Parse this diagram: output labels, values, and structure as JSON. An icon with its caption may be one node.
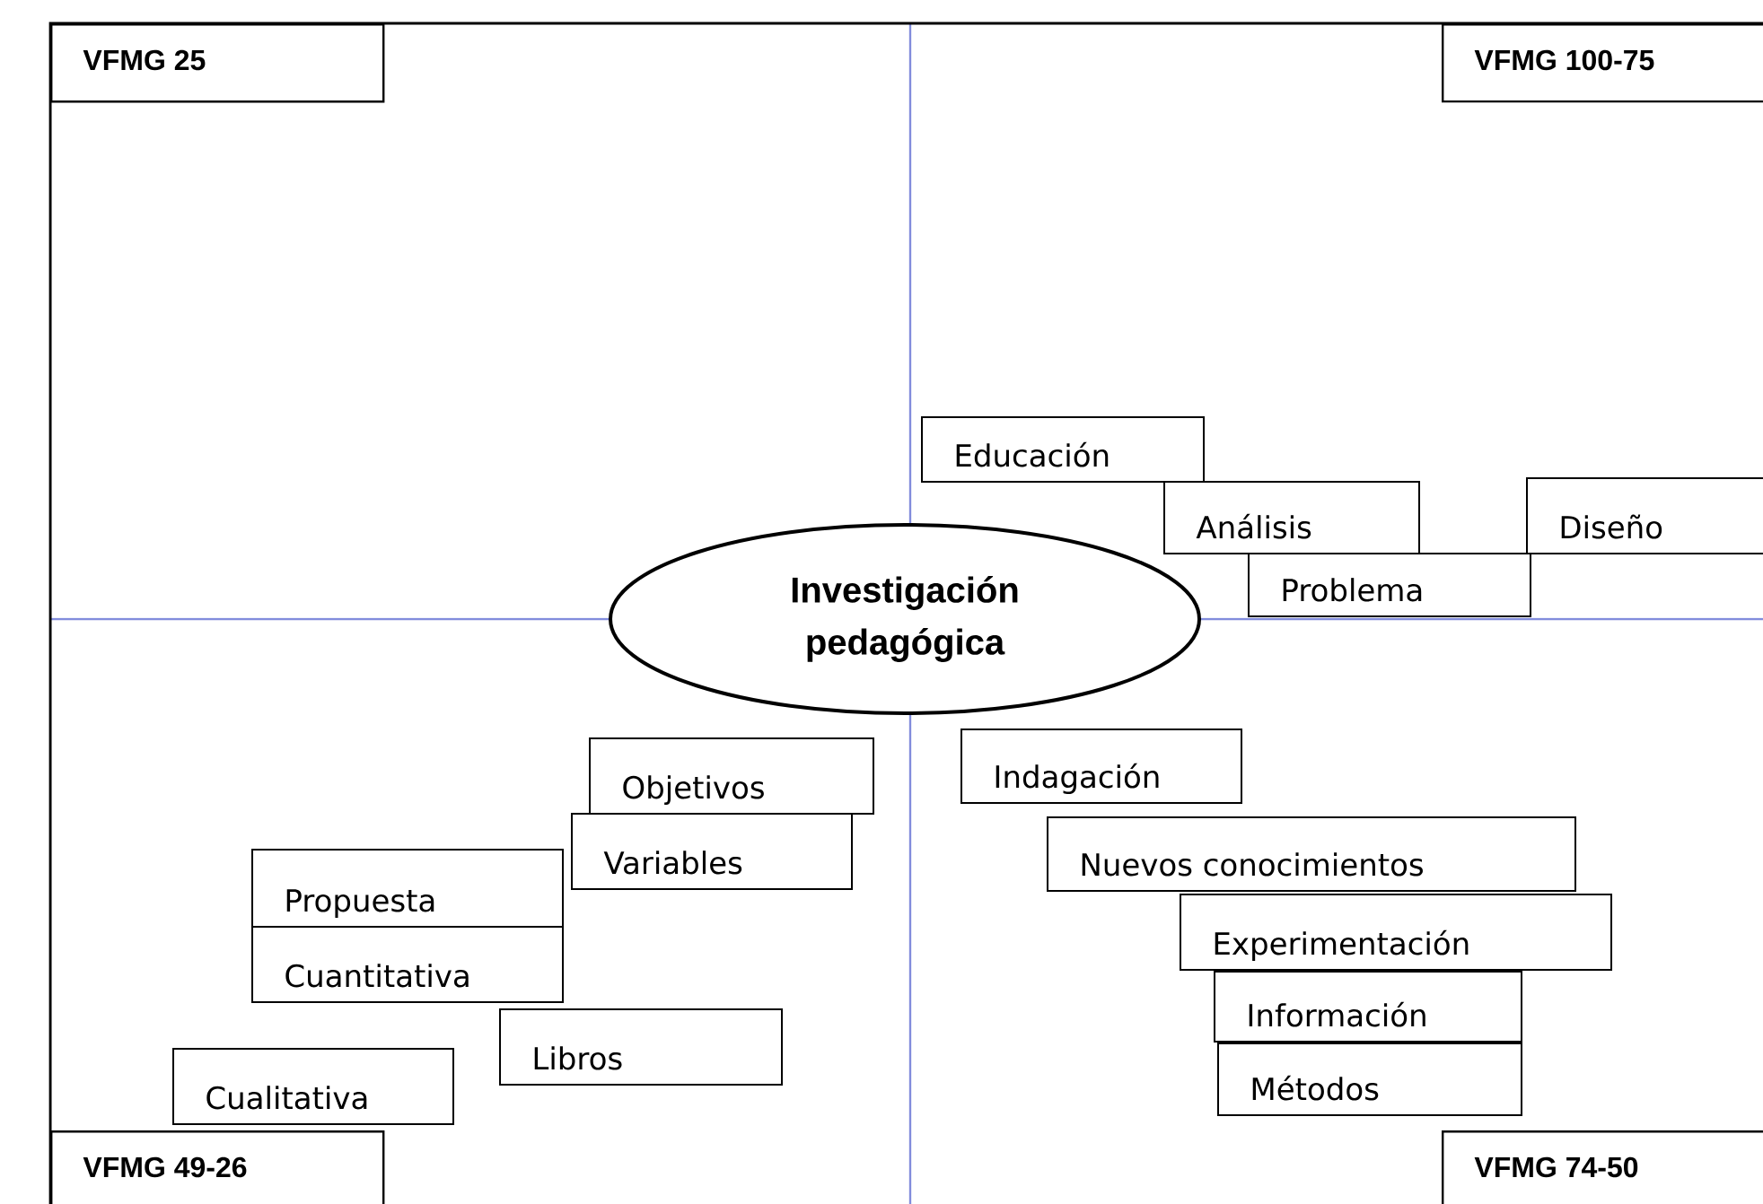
{
  "diagram": {
    "nodes": [
      {
        "text": [
          "VFMG 25"
        ]
      },
      {
        "text": [
          "VFMG 100-75"
        ]
      },
      {
        "text": [
          "Educación"
        ]
      },
      {
        "text": [
          "Análisis"
        ]
      },
      {
        "text": [
          "Diseño"
        ]
      },
      {
        "text": [
          "Problema"
        ]
      },
      {
        "text": [
          "Investigación pedagógica"
        ]
      },
      {
        "text": [
          "Indagación"
        ]
      },
      {
        "text": [
          "Objetivos"
        ]
      },
      {
        "text": [
          "Nuevos conocimientos"
        ]
      },
      {
        "text": [
          "Variables"
        ]
      },
      {
        "text": [
          "Propuesta"
        ]
      },
      {
        "text": [
          "Experimentación"
        ]
      },
      {
        "text": [
          "Cuantitativa"
        ]
      },
      {
        "text": [
          "Información"
        ]
      },
      {
        "text": [
          "Libros"
        ]
      },
      {
        "text": [
          "Cualitativa"
        ]
      },
      {
        "text": [
          "Métodos"
        ]
      },
      {
        "text": [
          "VFMG 49-26"
        ]
      },
      {
        "text": [
          "VFMG 74-50"
        ]
      }
    ]
  }
}
